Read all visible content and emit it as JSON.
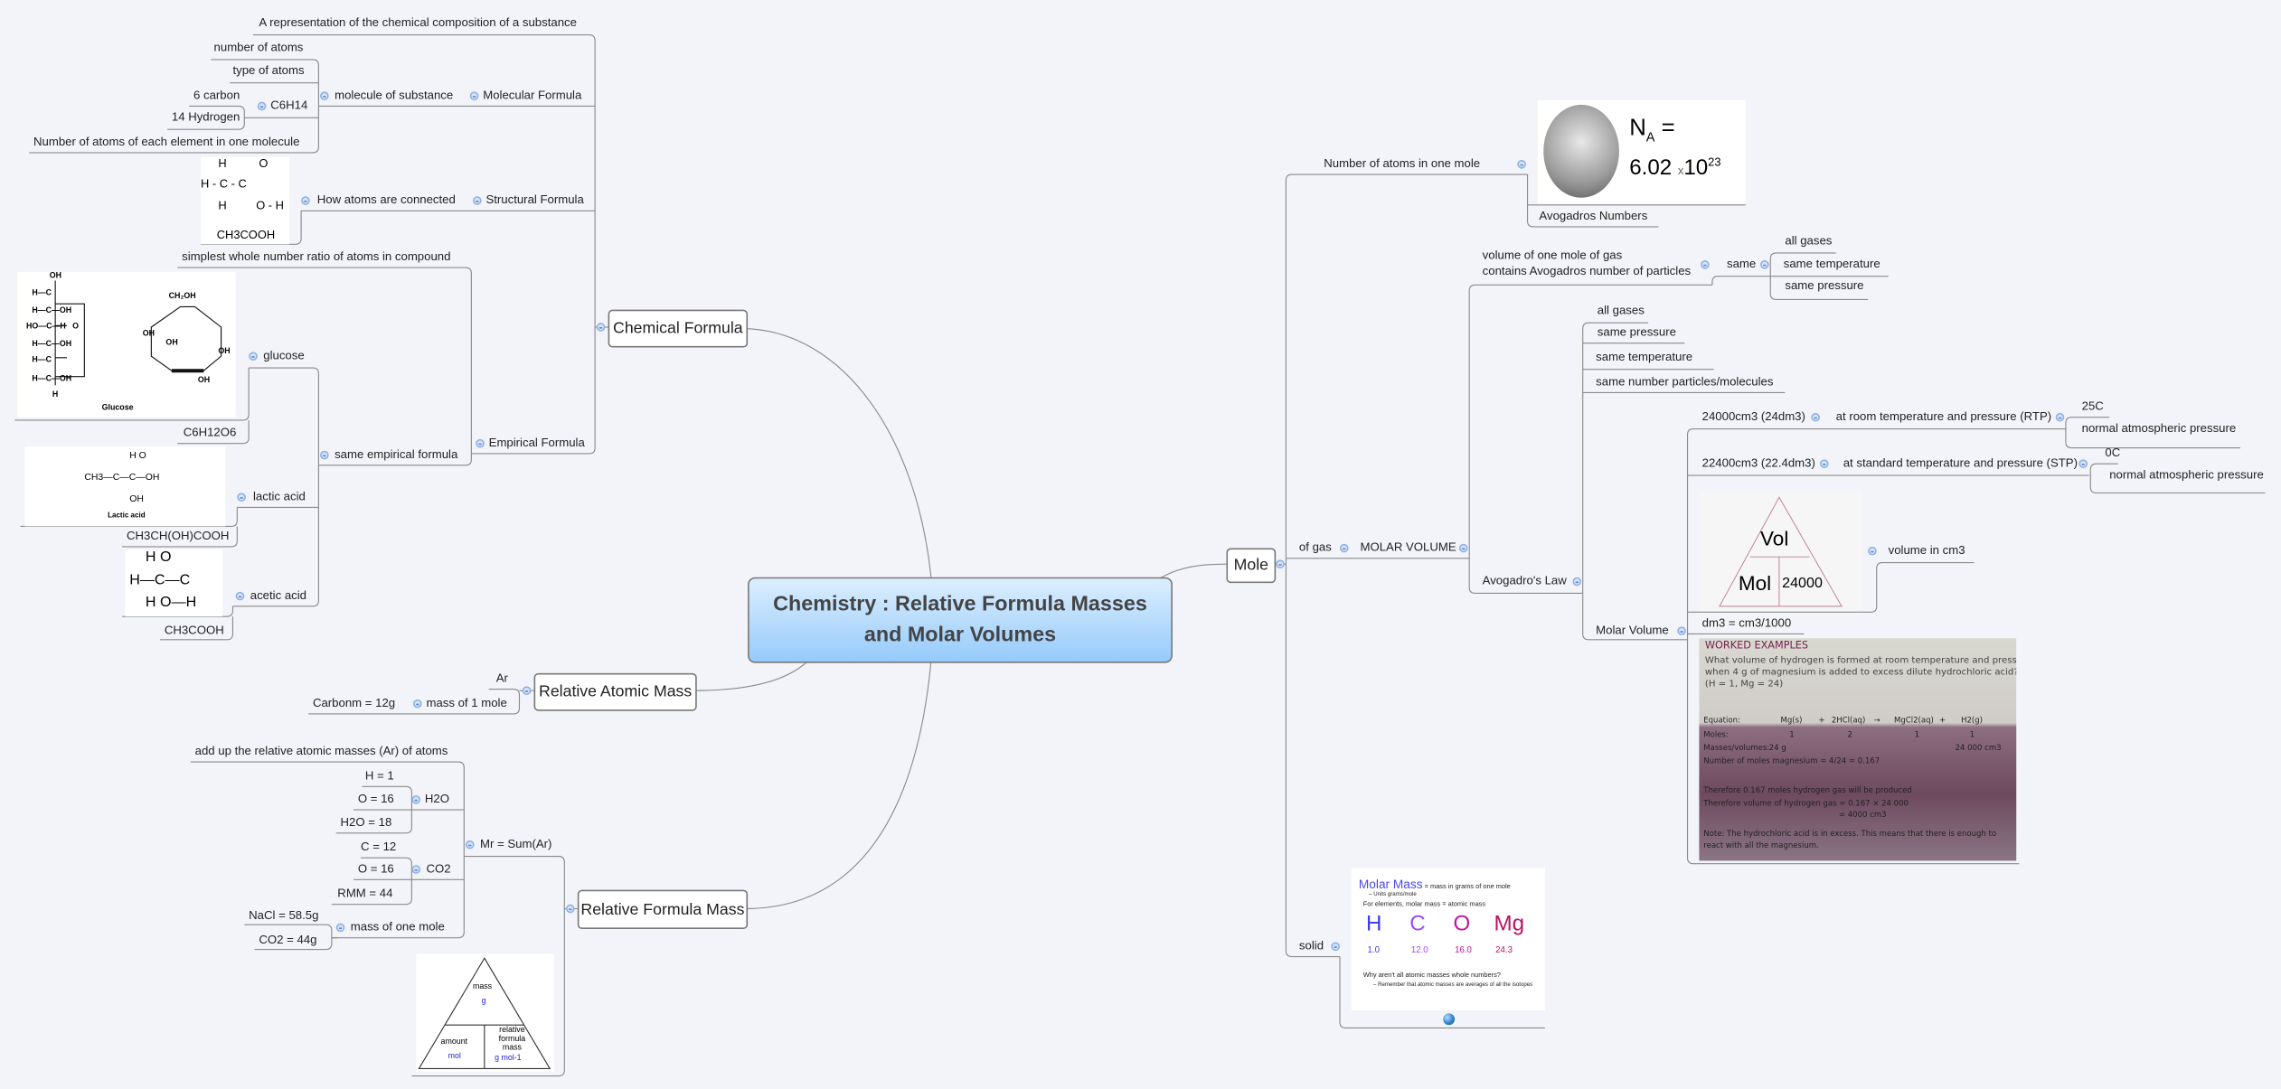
{
  "central_topic": {
    "line1": "Chemistry : Relative Formula Masses",
    "line2": "and Molar Volumes"
  },
  "chemical_formula": {
    "label": "Chemical Formula",
    "definition": "A representation of the chemical composition of a substance",
    "molecular": {
      "label": "Molecular Formula",
      "child": "molecule of substance",
      "items": [
        "number of atoms",
        "type of atoms"
      ],
      "c6h14": {
        "label": "C6H14",
        "children": [
          "6 carbon",
          "14 Hydrogen"
        ]
      },
      "each_element": "Number of atoms of each element in one molecule"
    },
    "structural": {
      "label": "Structural Formula",
      "child": "How atoms are connected",
      "image": {
        "h_top": "H",
        "o_top": "O",
        "row": "H - C - C",
        "h_bottom": "H",
        "oh": "O - H",
        "caption": "CH3COOH"
      }
    },
    "empirical": {
      "label": "Empirical Formula",
      "definition": "simplest whole number ratio of atoms in compound",
      "same": {
        "label": "same empirical formula",
        "glucose": {
          "label": "glucose",
          "formula": "C6H12O6",
          "image_caption": "Glucose"
        },
        "lactic": {
          "label": "lactic acid",
          "formula": "CH3CH(OH)COOH",
          "image_caption": "Lactic acid",
          "image_row": "CH3—C—C—OH",
          "image_top": "H  O",
          "image_bottom": "OH"
        },
        "acetic": {
          "label": "acetic acid",
          "formula": "CH3COOH",
          "image_top": "H   O",
          "image_row": "H—C—C",
          "image_bottom": "H   O—H"
        }
      }
    }
  },
  "relative_atomic_mass": {
    "label": "Relative Atomic Mass",
    "ar": "Ar",
    "mass_of_1_mole": "mass of 1 mole",
    "carbon": "Carbonm = 12g"
  },
  "relative_formula_mass": {
    "label": "Relative Formula Mass",
    "mr": {
      "label": "Mr = Sum(Ar)",
      "add_up": "add up the relative atomic masses (Ar) of atoms",
      "h2o": {
        "label": "H2O",
        "items": [
          "H = 1",
          "O = 16",
          "H2O = 18"
        ]
      },
      "co2": {
        "label": "CO2",
        "items": [
          "C = 12",
          "O = 16",
          "RMM = 44"
        ]
      },
      "mass_of_one_mole": {
        "label": "mass of one mole",
        "items": [
          "NaCl = 58.5g",
          "CO2 = 44g"
        ]
      }
    },
    "triangle": {
      "mass": "mass",
      "g": "g",
      "amount": "amount",
      "mol": "mol",
      "rfm": "relative formula mass",
      "unit": "g mol-1"
    }
  },
  "mole": {
    "label": "Mole",
    "number_of_atoms": {
      "label": "Number of atoms in one mole",
      "avogadros_numbers": "Avogadros Numbers",
      "na_image": {
        "n": "N",
        "sub": "A",
        "eq": "=",
        "value": "6.02",
        "x": "x",
        "ten": "10",
        "exp": "23"
      }
    },
    "of_gas": "of gas",
    "molar_volume": {
      "label": "MOLAR VOLUME",
      "volume_one_mole": {
        "line1": "volume of one mole of gas",
        "line2": "contains Avogadros number of particles"
      },
      "same": {
        "label": "same",
        "items": [
          "all gases",
          "same temperature",
          "same pressure"
        ]
      },
      "avogadros_law": {
        "label": "Avogadro's Law",
        "items": [
          "all gases",
          "same pressure",
          "same temperature",
          "same number particles/molecules"
        ],
        "molar_volume": {
          "label": "Molar Volume",
          "rtp": {
            "value": "24000cm3 (24dm3)",
            "label": "at room temperature and pressure (RTP)",
            "items": [
              "25C",
              "normal atmospheric pressure"
            ]
          },
          "stp": {
            "value": "22400cm3 (22.4dm3)",
            "label": "at standard temperature and pressure (STP)",
            "items": [
              "0C",
              "normal atmospheric pressure"
            ]
          },
          "triangle": {
            "vol": "Vol",
            "mol": "Mol",
            "value": "24000",
            "note": "volume in cm3"
          },
          "dm3": "dm3 = cm3/1000",
          "worked": {
            "title": "WORKED EXAMPLES",
            "q1": "What volume of hydrogen is formed at room temperature and pressure",
            "q2": "when 4 g of magnesium is added to excess dilute hydrochloric acid?",
            "q3": "(H = 1, Mg = 24)",
            "eq_label": "Equation:",
            "eq": [
              "Mg(s)",
              "+",
              "2HCl(aq)",
              "→",
              "MgCl2(aq)",
              "+",
              "H2(g)"
            ],
            "moles_label": "Moles:",
            "moles": [
              "1",
              "2",
              "1",
              "1"
            ],
            "masses_label": "Masses/volumes:",
            "mass_mg": "24 g",
            "vol_h2": "24 000 cm3",
            "n_moles": "Number of moles magnesium = 4/24 = 0.167",
            "therefore1": "Therefore 0.167 moles hydrogen gas will be produced",
            "therefore2": "Therefore volume of hydrogen gas = 0.167 × 24 000",
            "therefore3": "= 4000 cm3",
            "note1": "Note: The hydrochloric acid is in excess. This means that there is enough to",
            "note2": "react with all the magnesium."
          }
        }
      }
    },
    "solid": {
      "label": "solid",
      "slide": {
        "title": "Molar Mass",
        "title_rest": "= mass in grams of one mole",
        "units": "– Units grams/mole",
        "elements_note": "For elements, molar mass = atomic mass",
        "elements": [
          {
            "symbol": "H",
            "mass": "1.0",
            "color": "#3b3bf0"
          },
          {
            "symbol": "C",
            "mass": "12.0",
            "color": "#9a4cf0"
          },
          {
            "symbol": "O",
            "mass": "16.0",
            "color": "#c0169a"
          },
          {
            "symbol": "Mg",
            "mass": "24.3",
            "color": "#c01060"
          }
        ],
        "why": "Why aren't all atomic masses whole numbers?",
        "remember": "– Remember that atomic masses are averages of all the isotopes"
      },
      "link_icon": "globe-icon"
    }
  },
  "colors": {
    "background": "#f2f4f9",
    "central_top": "#dceefe",
    "central_bottom": "#96cbfb",
    "line": "#888888",
    "collapse": "#8fb1e3"
  }
}
